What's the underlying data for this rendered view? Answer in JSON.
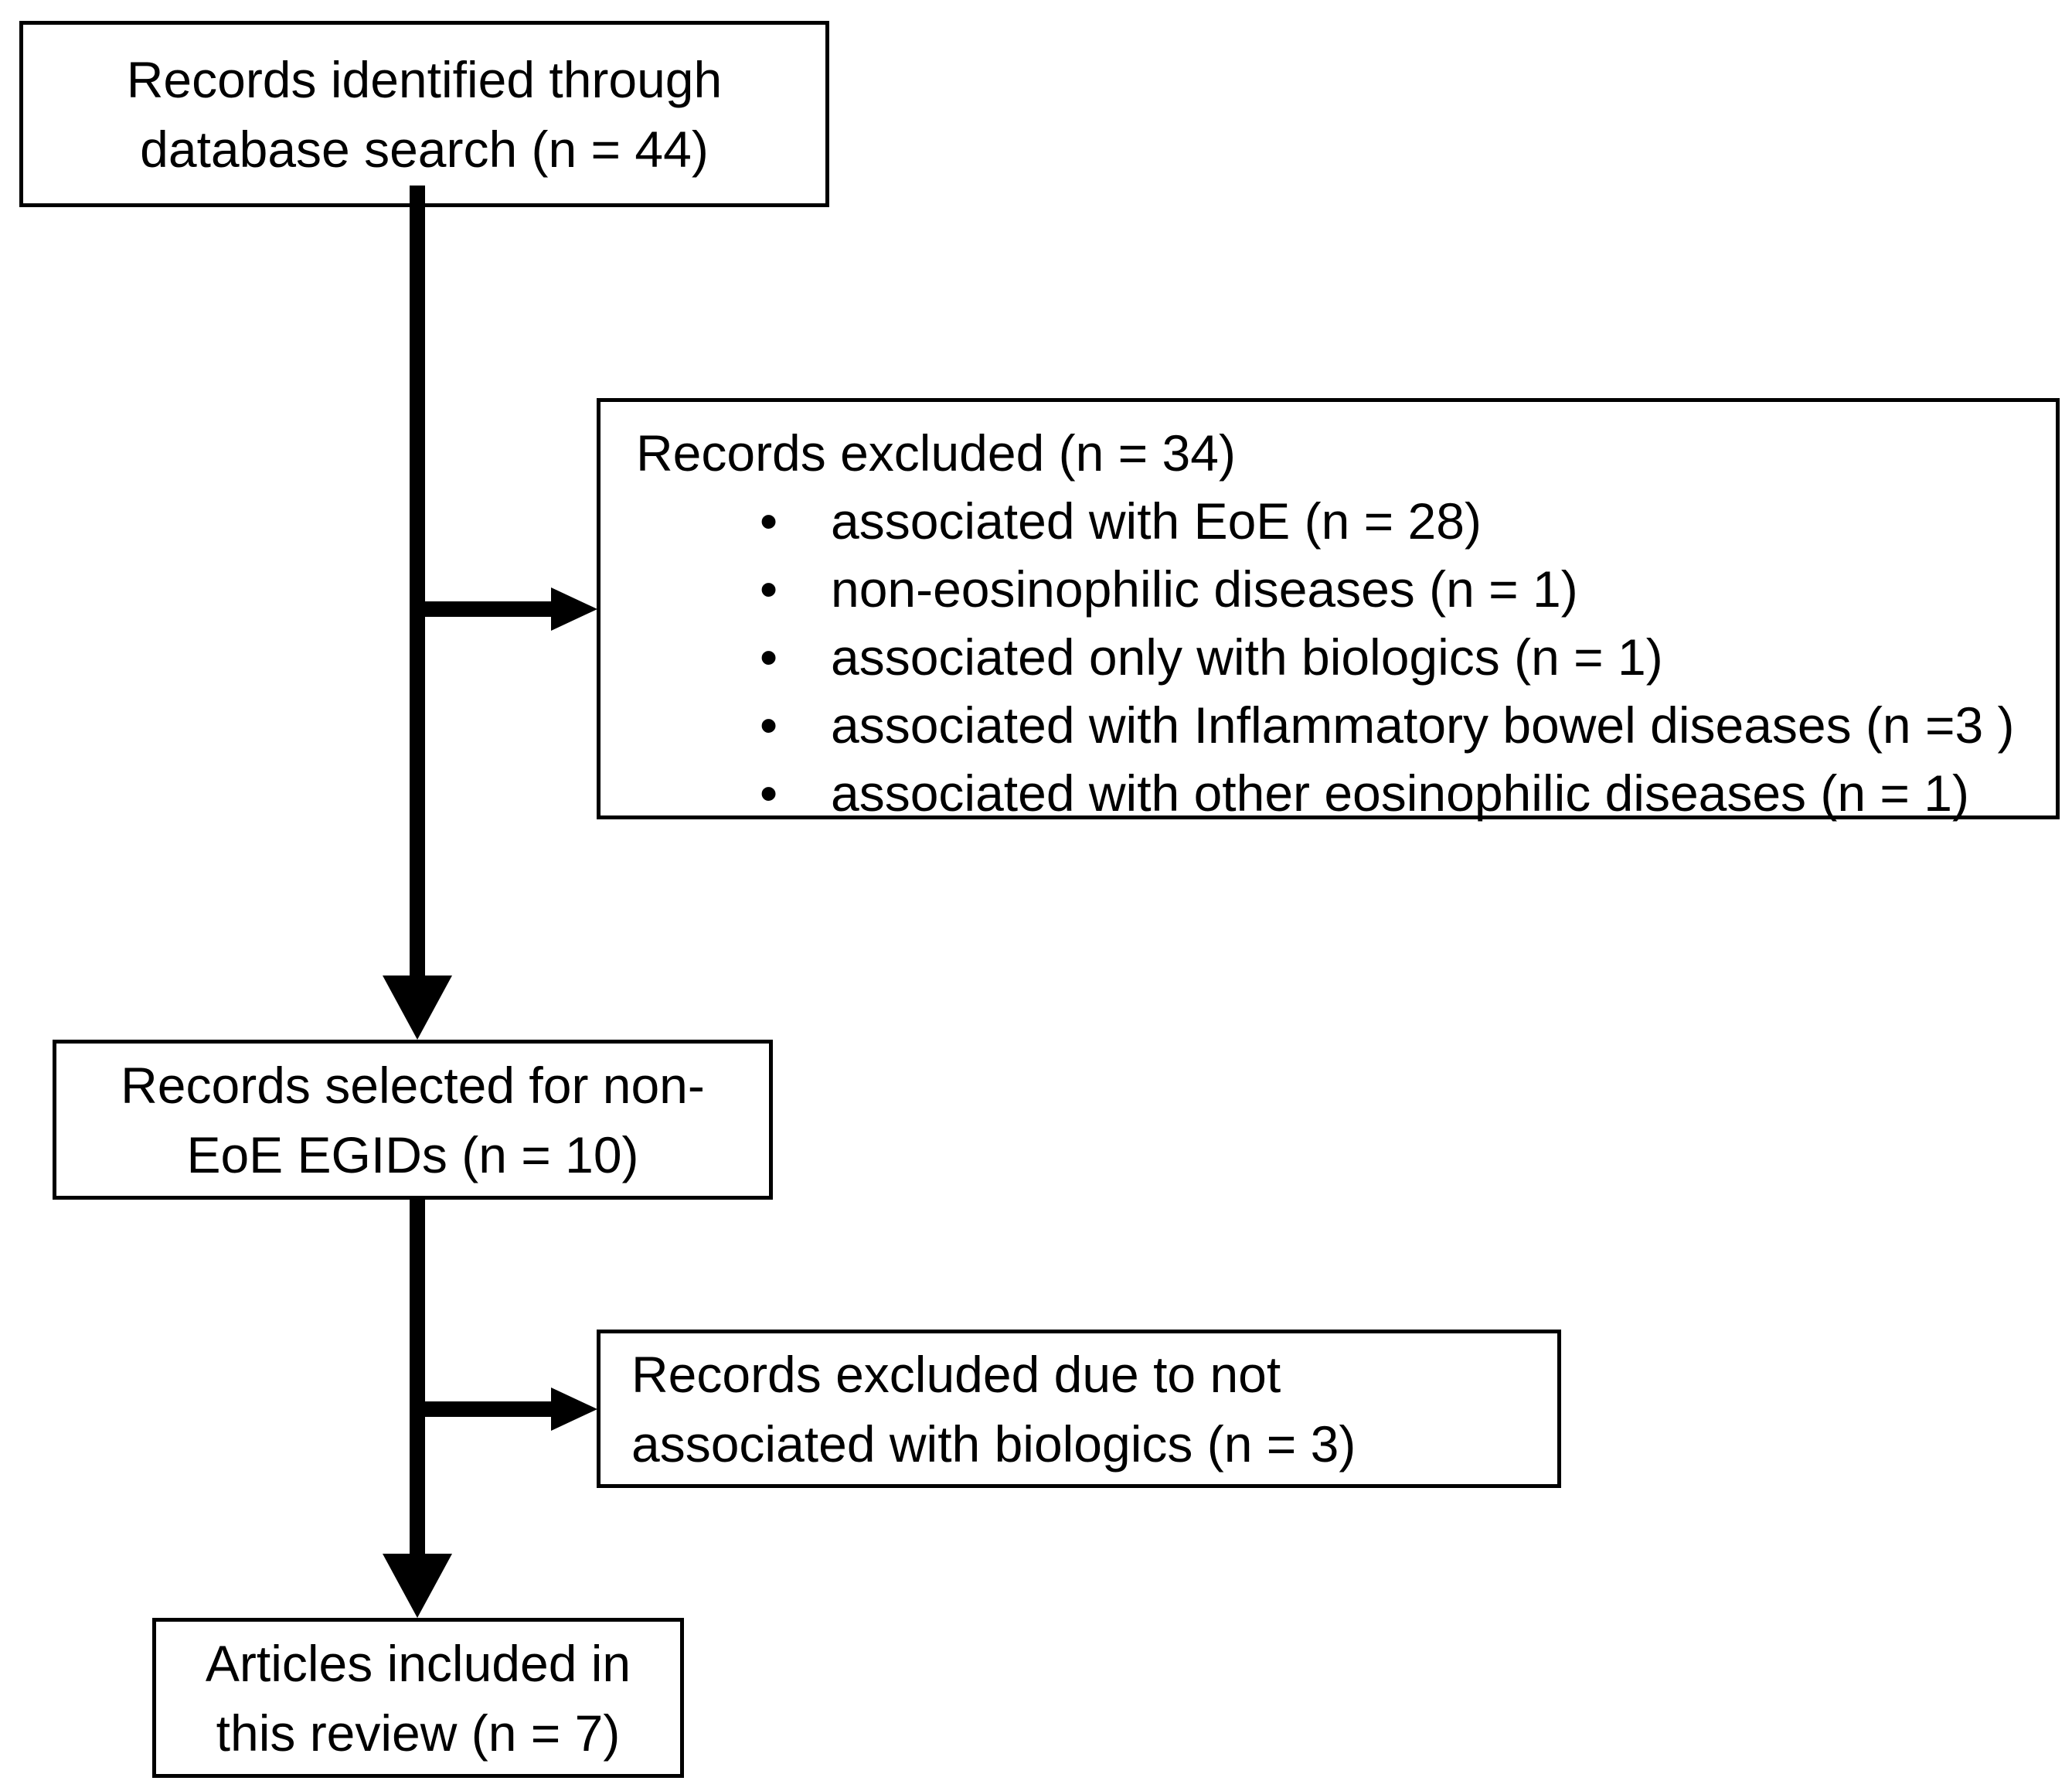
{
  "boxes": {
    "identified": {
      "line1": "Records identified through",
      "line2": "database search (n = 44)"
    },
    "excluded1": {
      "title": "Records excluded (n = 34)",
      "bullet_glyph": "•",
      "bullets": [
        "associated with EoE (n = 28)",
        "non-eosinophilic diseases (n = 1)",
        "associated only with biologics (n = 1)",
        "associated with Inflammatory bowel diseases (n =3 )",
        "associated with other eosinophilic diseases (n = 1)"
      ]
    },
    "selected": {
      "line1": "Records selected for non-",
      "line2": "EoE EGIDs (n = 10)"
    },
    "excluded2": {
      "line1": "Records excluded due to not",
      "line2": "associated with biologics (n = 3)"
    },
    "included": {
      "line1": "Articles included in",
      "line2": "this review (n = 7)"
    }
  },
  "colors": {
    "background": "#ffffff",
    "box_border": "#000000",
    "text": "#000000",
    "arrow": "#000000"
  }
}
